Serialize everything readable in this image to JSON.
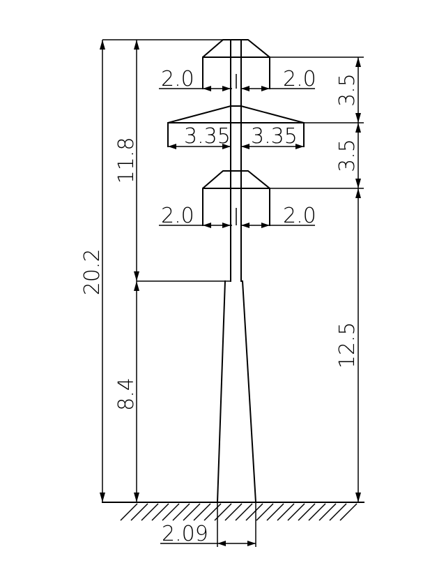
{
  "diagram": {
    "dimensions": {
      "total_height": "20.2",
      "upper_height": "11.8",
      "base_height": "8.4",
      "top_cross_left": "2.0",
      "top_cross_right": "2.0",
      "mid_cross_left": "3.35",
      "mid_cross_right": "3.35",
      "low_cross_left": "2.0",
      "low_cross_right": "2.0",
      "spacing_top": "3.5",
      "spacing_mid": "3.5",
      "lowest_arm_height": "12.5",
      "base_width": "2.09"
    }
  }
}
